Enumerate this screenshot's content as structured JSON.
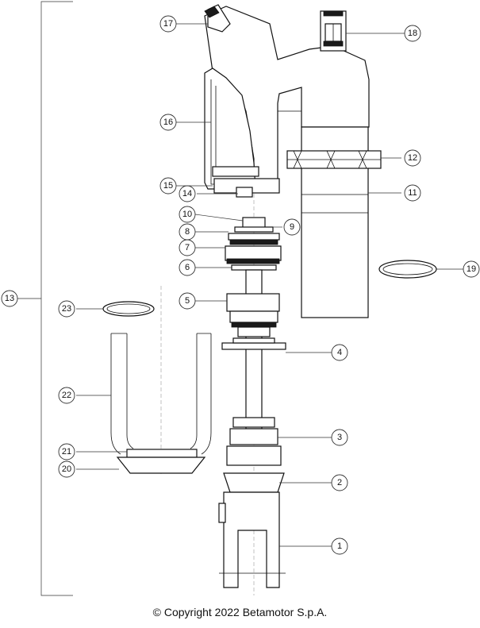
{
  "callouts": [
    "1",
    "2",
    "3",
    "4",
    "5",
    "6",
    "7",
    "8",
    "9",
    "10",
    "11",
    "12",
    "13",
    "14",
    "15",
    "16",
    "17",
    "18",
    "19",
    "20",
    "21",
    "22",
    "23"
  ],
  "copyright": "© Copyright 2022 Betamotor S.p.A."
}
